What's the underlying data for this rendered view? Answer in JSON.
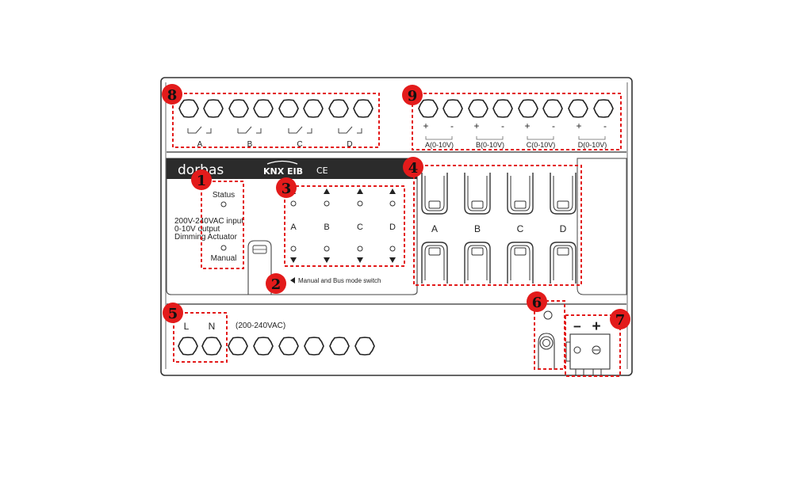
{
  "brand": {
    "name": "dorbas",
    "knx": "KNX EIB",
    "ce": "CE"
  },
  "status_label": "Status",
  "manual_label": "Manual",
  "description": [
    "200V-240VAC input",
    "0-10V output",
    "Dimming Actuator"
  ],
  "manual_switch_caption": "Manual and Bus mode switch",
  "channels": [
    "A",
    "B",
    "C",
    "D"
  ],
  "outputs": [
    "A(0-10V)",
    "B(0-10V)",
    "C(0-10V)",
    "D(0-10V)"
  ],
  "polarity": {
    "plus": "+",
    "minus": "-"
  },
  "power_terminals": {
    "l": "L",
    "n": "N",
    "voltage": "(200-240VAC)"
  },
  "bus_polarity": {
    "minus": "−",
    "plus": "+"
  },
  "callouts": [
    "1",
    "2",
    "3",
    "4",
    "5",
    "6",
    "7",
    "8",
    "9"
  ],
  "colors": {
    "callout": "#e31b1b",
    "dash": "#e31b1b",
    "outline": "#333333",
    "band": "#2b2b2b"
  }
}
